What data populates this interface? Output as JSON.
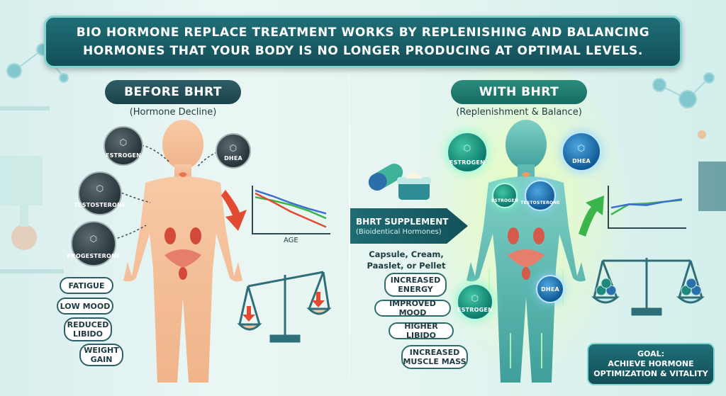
{
  "header": {
    "line1": "BIO HORMONE REPLACE TREATMENT WORKS BY REPLENISHING AND BALANCING",
    "line2": "HORMONES THAT YOUR BODY IS NO LONGER PRODUCING AT OPTIMAL LEVELS."
  },
  "before": {
    "title": "BEFORE BHRT",
    "subtitle": "(Hormone Decline)",
    "hormones": [
      "ESTROGEN",
      "DHEA",
      "TESTOSTERONE",
      "PROGESTERONE"
    ],
    "symptoms": [
      "FATIGUE",
      "LOW MOOD",
      "REDUCED LIBIDO",
      "WEIGHT GAIN"
    ],
    "chart_axis_label": "AGE"
  },
  "supplement": {
    "title": "BHRT SUPPLEMENT",
    "subtitle": "(Bioidentical Hormones)",
    "delivery_line1": "Capsule, Cream,",
    "delivery_line2": "Paaslet, or Pellet"
  },
  "with": {
    "title": "WITH BHRT",
    "subtitle": "(Replenishment & Balance)",
    "hormones": [
      "ESTROGEN",
      "DHEA",
      "ESTROGEN",
      "TESTOSTERONE",
      "ESTROGEN",
      "DHEA"
    ],
    "benefits": [
      "INCREASED ENERGY",
      "IMPROVED MOOD",
      "HIGHER LIBIDO",
      "INCREASED MUSCLE MASS"
    ]
  },
  "goal": {
    "line1": "GOAL:",
    "line2": "ACHIEVE HORMONE",
    "line3": "OPTIMIZATION & VITALITY"
  },
  "colors": {
    "banner": "#1a5c65",
    "decline_arrow": "#e24a33",
    "rise_arrow": "#3bb54a",
    "glow_green": "#3fc6a3",
    "glow_blue": "#4ba6e0"
  },
  "chart_data": [
    {
      "type": "line",
      "title": "",
      "xlabel": "AGE",
      "ylabel": "",
      "x": [
        0,
        1,
        2,
        3,
        4
      ],
      "series": [
        {
          "values": [
            9,
            7.8,
            6.4,
            5.2,
            4.2
          ],
          "color": "#3a6fd1"
        },
        {
          "values": [
            7.6,
            6.9,
            6.0,
            4.8,
            3.2
          ],
          "color": "#3bb54a"
        },
        {
          "values": [
            8.4,
            6.6,
            4.6,
            3.0,
            1.4
          ],
          "color": "#e24a33"
        }
      ],
      "ylim": [
        0,
        10
      ]
    },
    {
      "type": "line",
      "title": "",
      "xlabel": "",
      "ylabel": "",
      "x": [
        0,
        1,
        2,
        3,
        4
      ],
      "series": [
        {
          "values": [
            3.2,
            5.6,
            5.8,
            6.2,
            6.6
          ],
          "color": "#3bb54a"
        },
        {
          "values": [
            4.8,
            5.6,
            5.4,
            6.2,
            6.8
          ],
          "color": "#3a6fd1"
        }
      ],
      "ylim": [
        0,
        10
      ]
    }
  ]
}
